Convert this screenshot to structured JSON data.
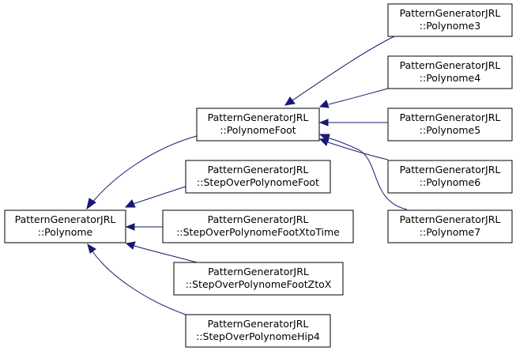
{
  "diagram": {
    "colors": {
      "edge": "#191970",
      "node_border": "#000000",
      "node_fill": "#ffffff"
    },
    "nodes": {
      "polynome": {
        "line1": "PatternGeneratorJRL",
        "line2": "::Polynome"
      },
      "polynome_foot": {
        "line1": "PatternGeneratorJRL",
        "line2": "::PolynomeFoot"
      },
      "step_over_polynome_foot": {
        "line1": "PatternGeneratorJRL",
        "line2": "::StepOverPolynomeFoot"
      },
      "step_over_polynome_foot_x_to_time": {
        "line1": "PatternGeneratorJRL",
        "line2": "::StepOverPolynomeFootXtoTime"
      },
      "step_over_polynome_foot_z_to_x": {
        "line1": "PatternGeneratorJRL",
        "line2": "::StepOverPolynomeFootZtoX"
      },
      "step_over_polynome_hip4": {
        "line1": "PatternGeneratorJRL",
        "line2": "::StepOverPolynomeHip4"
      },
      "polynome3": {
        "line1": "PatternGeneratorJRL",
        "line2": "::Polynome3"
      },
      "polynome4": {
        "line1": "PatternGeneratorJRL",
        "line2": "::Polynome4"
      },
      "polynome5": {
        "line1": "PatternGeneratorJRL",
        "line2": "::Polynome5"
      },
      "polynome6": {
        "line1": "PatternGeneratorJRL",
        "line2": "::Polynome6"
      },
      "polynome7": {
        "line1": "PatternGeneratorJRL",
        "line2": "::Polynome7"
      }
    },
    "edges": [
      {
        "from": "polynome_foot",
        "to": "polynome"
      },
      {
        "from": "step_over_polynome_foot",
        "to": "polynome"
      },
      {
        "from": "step_over_polynome_foot_x_to_time",
        "to": "polynome"
      },
      {
        "from": "step_over_polynome_foot_z_to_x",
        "to": "polynome"
      },
      {
        "from": "step_over_polynome_hip4",
        "to": "polynome"
      },
      {
        "from": "polynome3",
        "to": "polynome_foot"
      },
      {
        "from": "polynome4",
        "to": "polynome_foot"
      },
      {
        "from": "polynome5",
        "to": "polynome_foot"
      },
      {
        "from": "polynome6",
        "to": "polynome_foot"
      },
      {
        "from": "polynome7",
        "to": "polynome_foot"
      }
    ]
  }
}
